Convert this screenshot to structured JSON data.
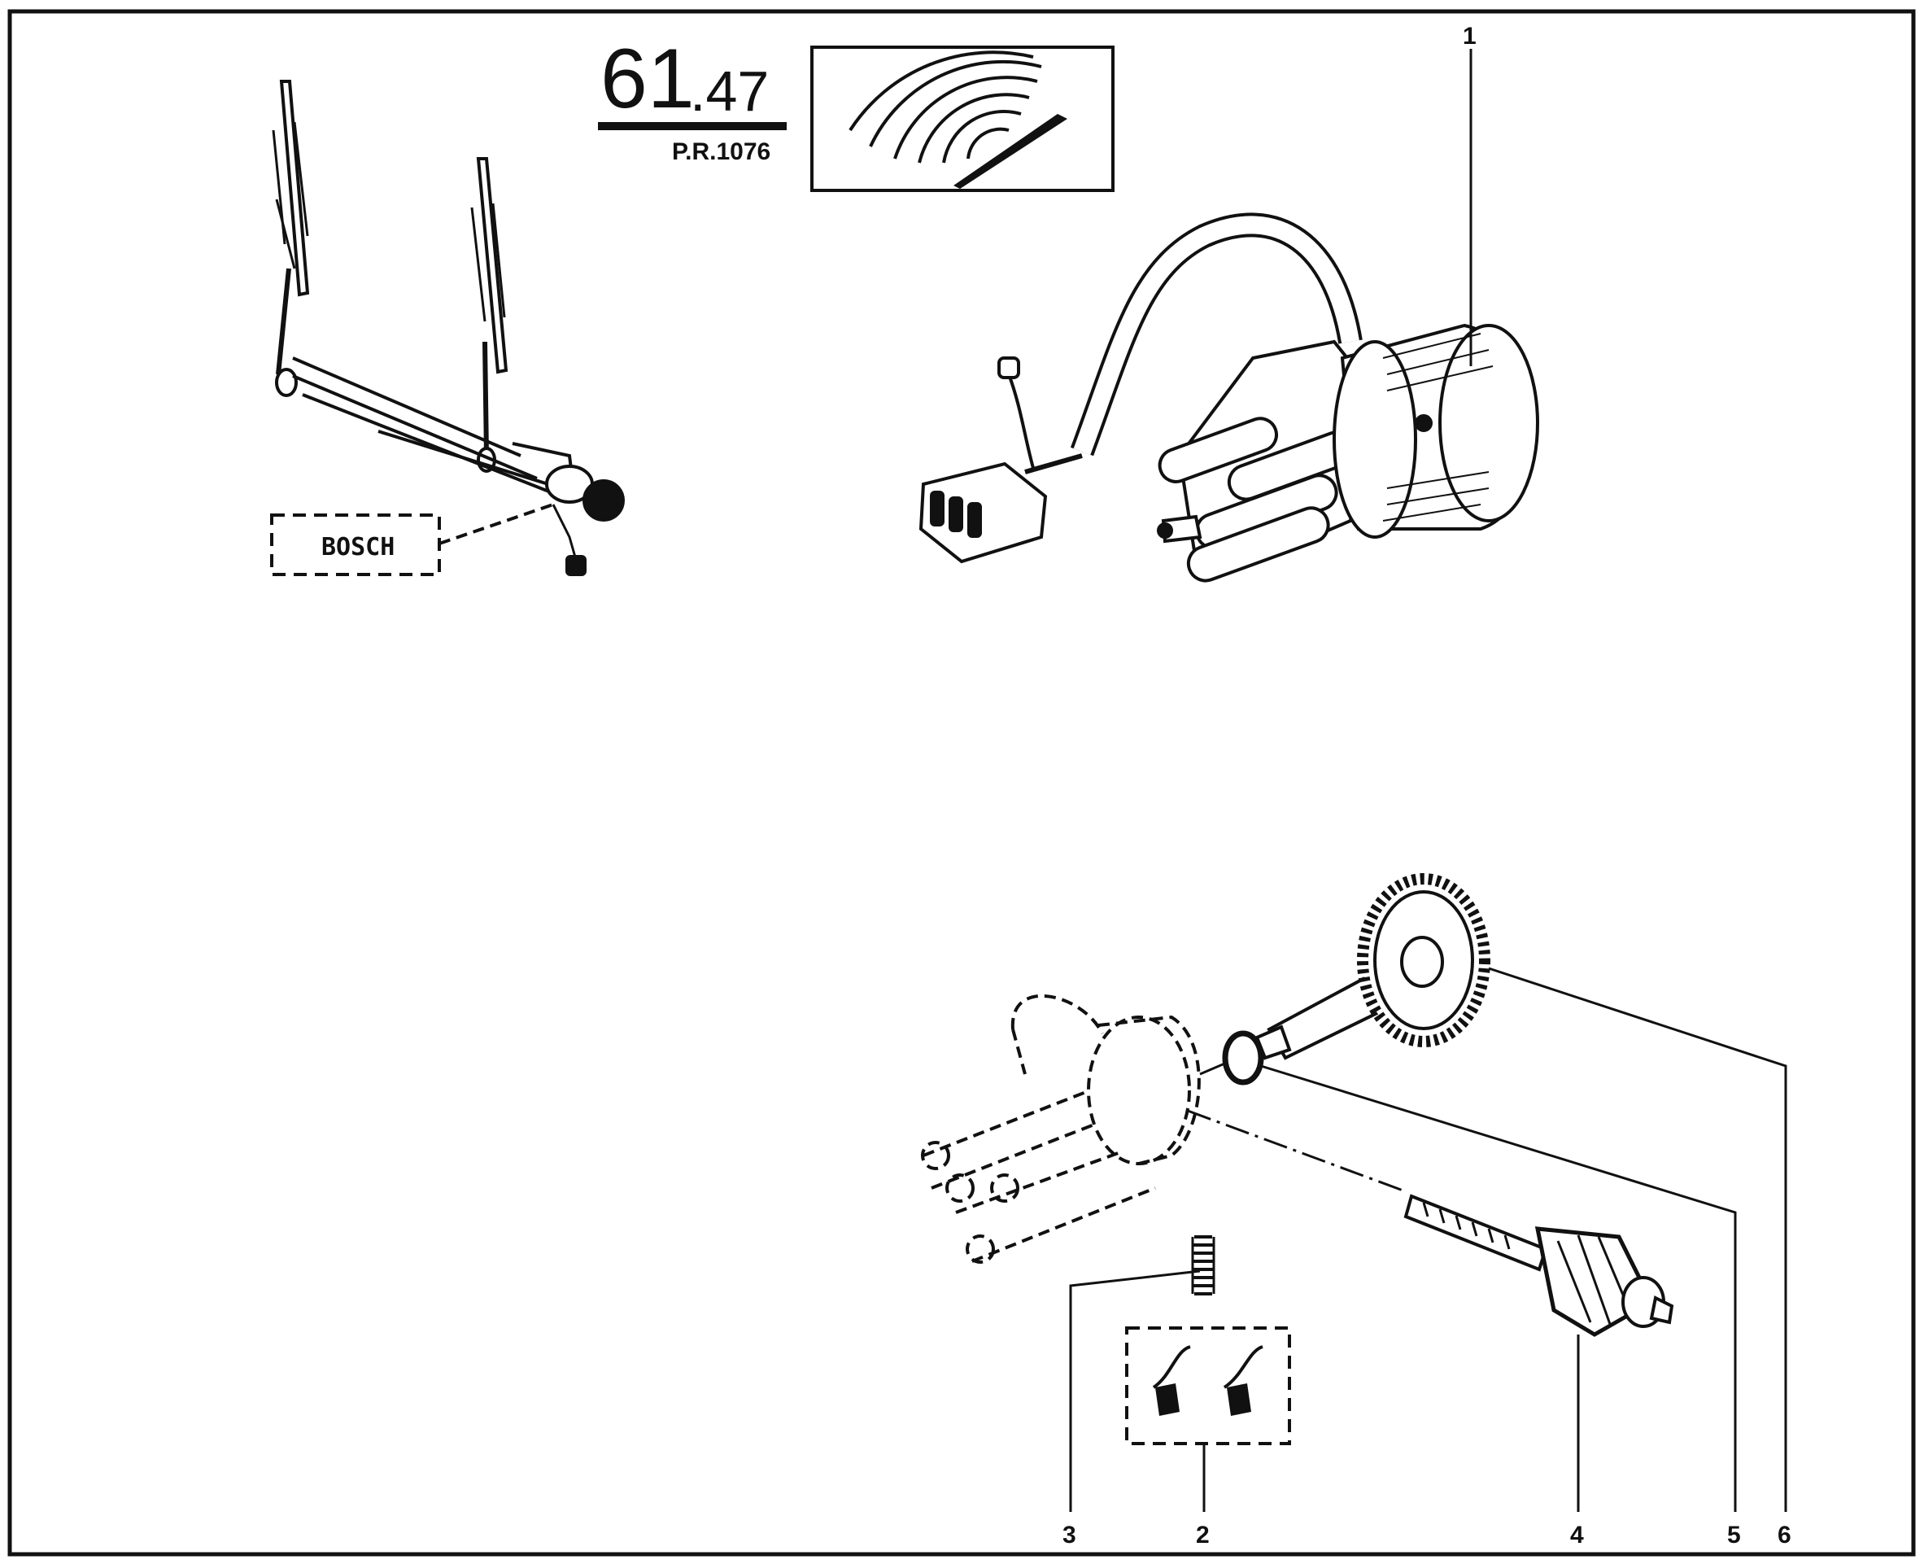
{
  "section_number": {
    "major": "61",
    "minor": ".47"
  },
  "part_reference": "P.R.1076",
  "brand_label": "BOSCH",
  "callouts": [
    {
      "number": "1",
      "part": "wiper-motor-assembly"
    },
    {
      "number": "2",
      "part": "carbon-brushes"
    },
    {
      "number": "3",
      "part": "brush-spring"
    },
    {
      "number": "4",
      "part": "armature"
    },
    {
      "number": "5",
      "part": "washer"
    },
    {
      "number": "6",
      "part": "gear-wheel"
    }
  ],
  "colors": {
    "ink": "#111111",
    "paper": "#ffffff"
  }
}
